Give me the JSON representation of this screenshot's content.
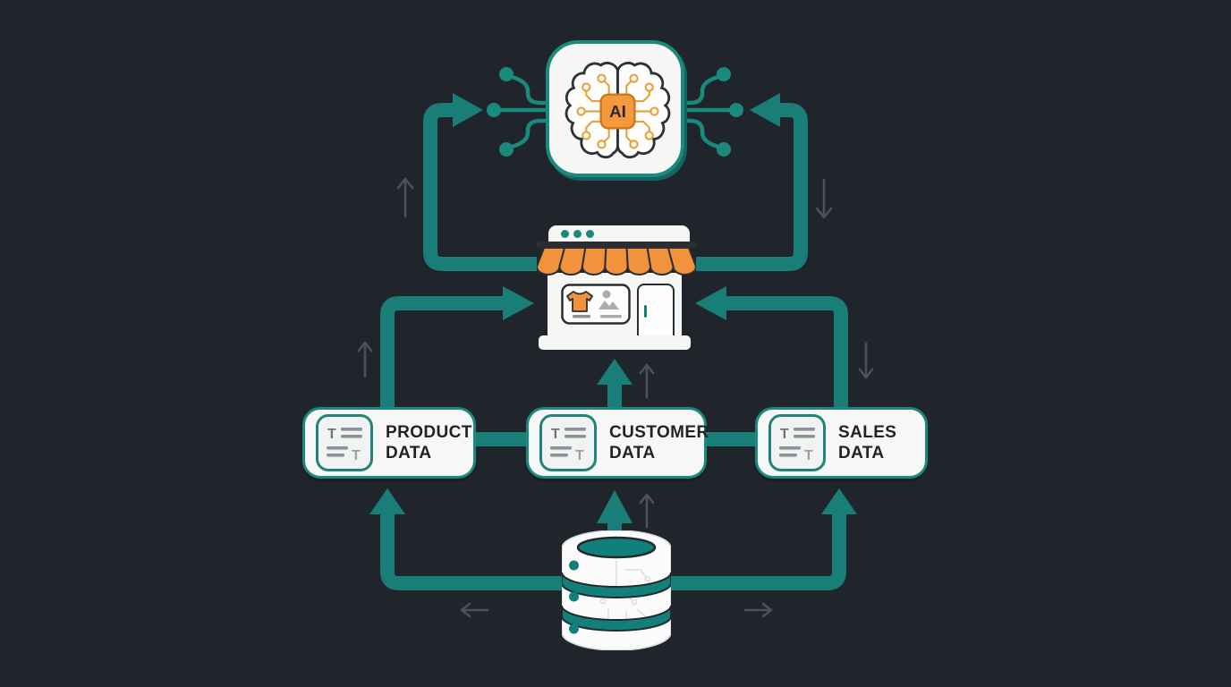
{
  "diagram": {
    "type": "flow-diagram",
    "theme": "ai-ecommerce-data-flow",
    "ai_node": {
      "name": "ai-brain",
      "label": "AI"
    },
    "store_node": {
      "name": "online-storefront"
    },
    "database_node": {
      "name": "database"
    },
    "doc_icon_letter": "T",
    "data_boxes": [
      {
        "id": "product-data",
        "label": "PRODUCT DATA"
      },
      {
        "id": "customer-data",
        "label": "CUSTOMER DATA"
      },
      {
        "id": "sales-data",
        "label": "SALES DATA"
      }
    ],
    "flows": [
      {
        "from": "storefront",
        "to": "ai",
        "side": "left",
        "hint": "up"
      },
      {
        "from": "storefront",
        "to": "ai",
        "side": "right",
        "hint": "down"
      },
      {
        "from": "product-data",
        "to": "storefront"
      },
      {
        "from": "customer-data",
        "to": "storefront"
      },
      {
        "from": "sales-data",
        "to": "storefront"
      },
      {
        "from": "database",
        "to": "product-data",
        "hint": "left"
      },
      {
        "from": "database",
        "to": "customer-data",
        "hint": "up"
      },
      {
        "from": "database",
        "to": "sales-data",
        "hint": "right"
      }
    ],
    "colors": {
      "background": "#20252c",
      "arrow_teal": "#1a7e78",
      "border_teal": "#1b8a7e",
      "accent_orange": "#f0933c",
      "panel_white": "#f7f8f6",
      "text_dark": "#1d2329",
      "hint_gray": "#4b525c"
    }
  }
}
